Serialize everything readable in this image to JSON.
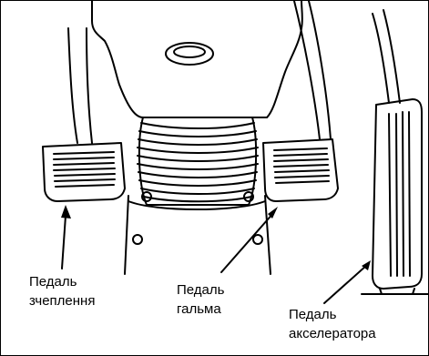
{
  "labels": {
    "clutch": {
      "line1": "Педаль",
      "line2": "зчеплення"
    },
    "brake": {
      "line1": "Педаль",
      "line2": "гальма"
    },
    "accelerator": {
      "line1": "Педаль",
      "line2": "акселератора"
    }
  },
  "colors": {
    "ink": "#000000",
    "paper": "#ffffff"
  }
}
